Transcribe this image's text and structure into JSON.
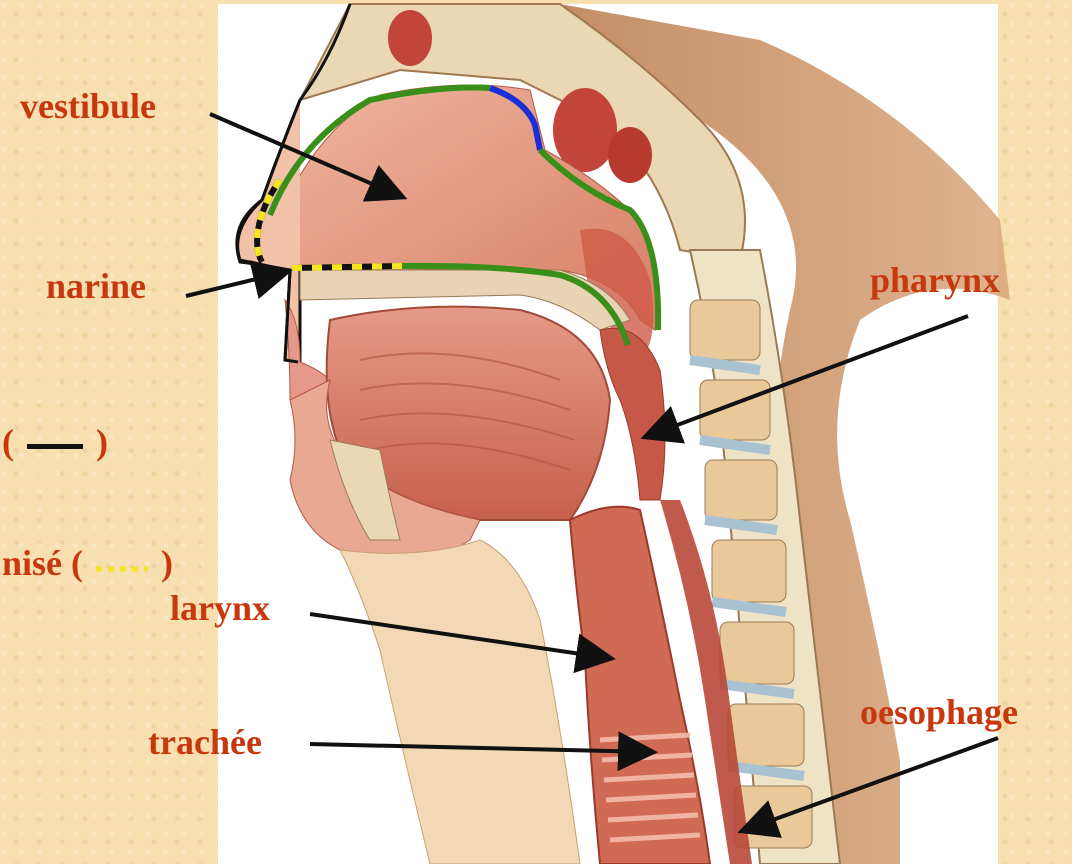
{
  "labels": {
    "vestibule": "vestibule",
    "narine": "narine",
    "pharynx": "pharynx",
    "larynx": "larynx",
    "trachee": "trachée",
    "oesophage": "oesophage"
  },
  "legend": {
    "item1_prefix": "(",
    "item1_suffix": ")",
    "item2_text": "nisé (",
    "item2_suffix": ")"
  },
  "colors": {
    "label_text": "#c8380f",
    "background": "#f7dfb0",
    "outline_green": "#3a8f1a",
    "outline_blue": "#1a2fd6",
    "outline_yellow": "#f4e51c",
    "arrow": "#111111"
  }
}
